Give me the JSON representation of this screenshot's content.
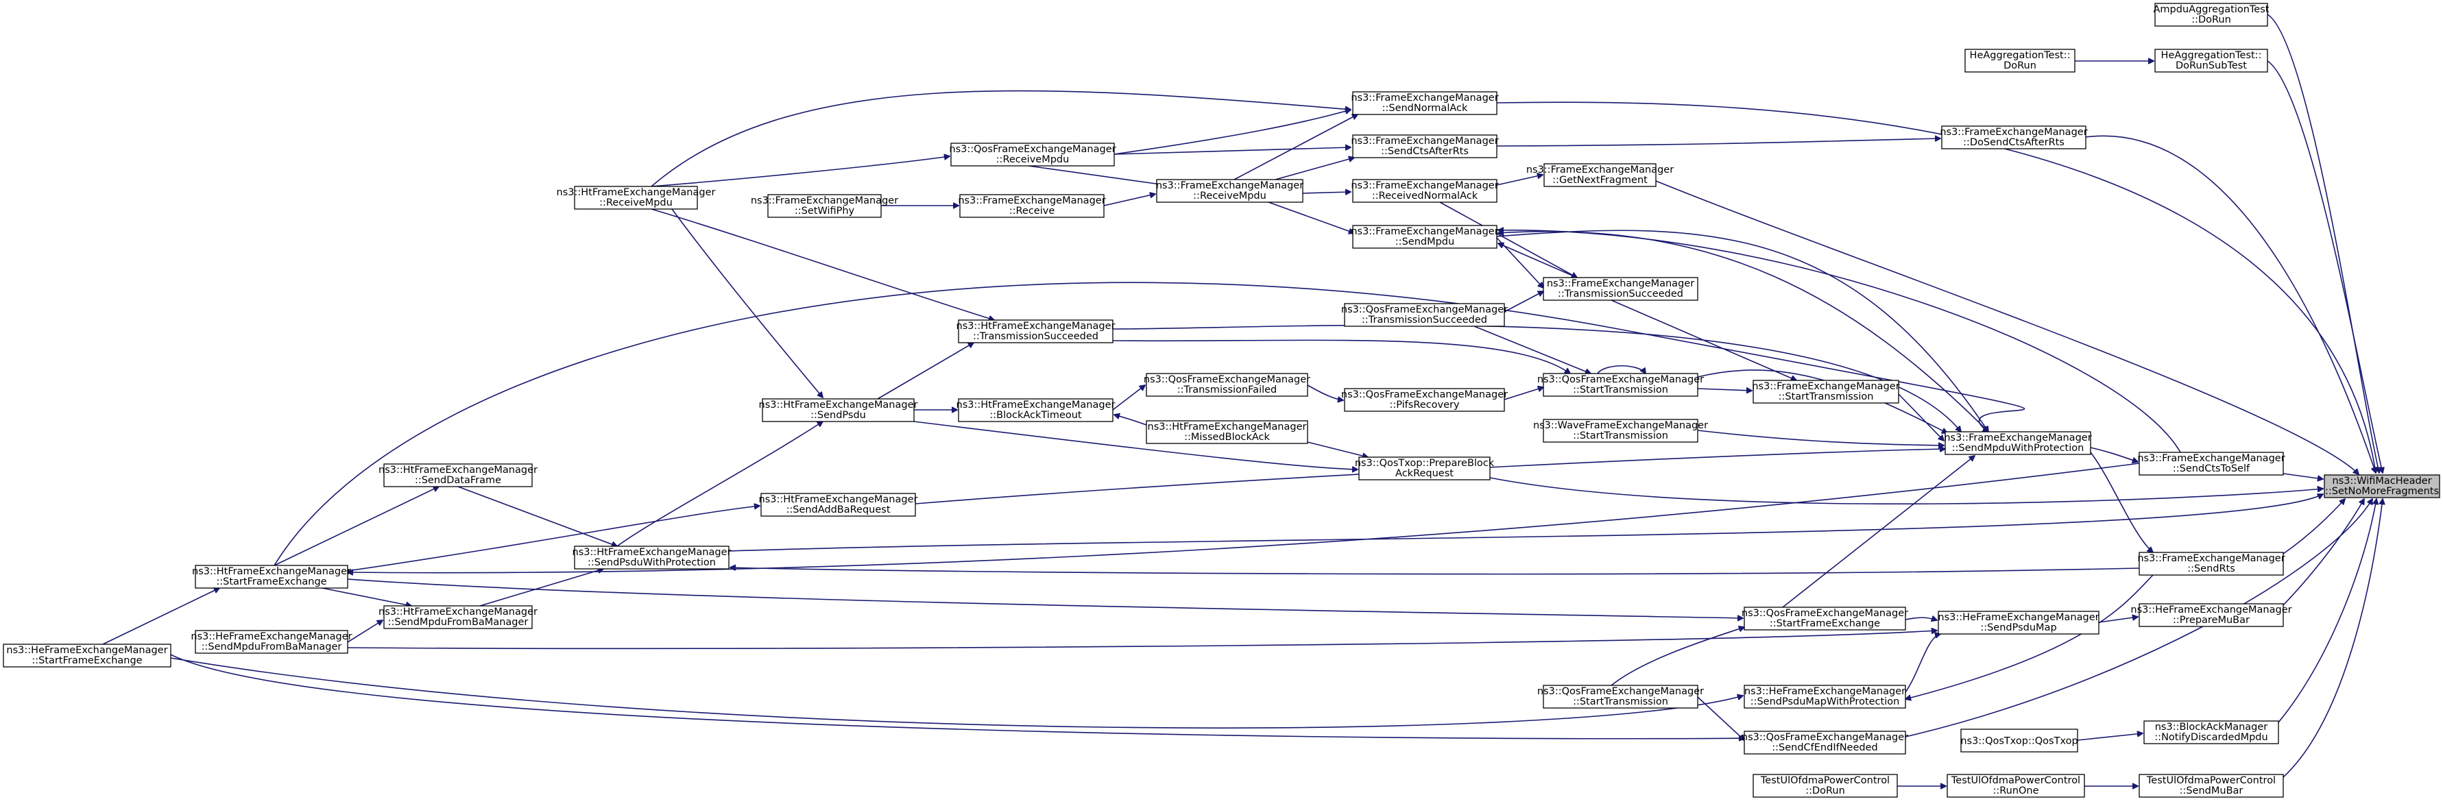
{
  "nodes": [
    {
      "id": "n0",
      "lines": [
        "ns3::WifiMacHeader",
        "::SetNoMoreFragments"
      ],
      "target": true
    },
    {
      "id": "n1",
      "lines": [
        "AmpduAggregationTest",
        "::DoRun"
      ]
    },
    {
      "id": "n2",
      "lines": [
        "HeAggregationTest::",
        "DoRun"
      ]
    },
    {
      "id": "n3",
      "lines": [
        "HeAggregationTest::",
        "DoRunSubTest"
      ]
    },
    {
      "id": "n4",
      "lines": [
        "ns3::FrameExchangeManager",
        "::SendNormalAck"
      ]
    },
    {
      "id": "n5",
      "lines": [
        "ns3::FrameExchangeManager",
        "::DoSendCtsAfterRts"
      ]
    },
    {
      "id": "n6",
      "lines": [
        "ns3::FrameExchangeManager",
        "::SendCtsAfterRts"
      ]
    },
    {
      "id": "n7",
      "lines": [
        "ns3::QosFrameExchangeManager",
        "::ReceiveMpdu"
      ]
    },
    {
      "id": "n8",
      "lines": [
        "ns3::FrameExchangeManager",
        "::GetNextFragment"
      ]
    },
    {
      "id": "n9",
      "lines": [
        "ns3::FrameExchangeManager",
        "::ReceivedNormalAck"
      ]
    },
    {
      "id": "n10",
      "lines": [
        "ns3::HtFrameExchangeManager",
        "::ReceiveMpdu"
      ]
    },
    {
      "id": "n11",
      "lines": [
        "ns3::FrameExchangeManager",
        "::SetWifiPhy"
      ]
    },
    {
      "id": "n12",
      "lines": [
        "ns3::FrameExchangeManager",
        "::Receive"
      ]
    },
    {
      "id": "n13",
      "lines": [
        "ns3::FrameExchangeManager",
        "::ReceiveMpdu"
      ]
    },
    {
      "id": "n14",
      "lines": [
        "ns3::FrameExchangeManager",
        "::SendMpdu"
      ]
    },
    {
      "id": "n15",
      "lines": [
        "ns3::FrameExchangeManager",
        "::TransmissionSucceeded"
      ]
    },
    {
      "id": "n16",
      "lines": [
        "ns3::QosFrameExchangeManager",
        "::TransmissionSucceeded"
      ]
    },
    {
      "id": "n17",
      "lines": [
        "ns3::HtFrameExchangeManager",
        "::TransmissionSucceeded"
      ]
    },
    {
      "id": "n18",
      "lines": [
        "ns3::QosFrameExchangeManager",
        "::StartTransmission"
      ]
    },
    {
      "id": "n19",
      "lines": [
        "ns3::FrameExchangeManager",
        "::StartTransmission"
      ]
    },
    {
      "id": "n20",
      "lines": [
        "ns3::QosFrameExchangeManager",
        "::TransmissionFailed"
      ]
    },
    {
      "id": "n21",
      "lines": [
        "ns3::QosFrameExchangeManager",
        "::PifsRecovery"
      ]
    },
    {
      "id": "n22",
      "lines": [
        "ns3::HtFrameExchangeManager",
        "::SendPsdu"
      ]
    },
    {
      "id": "n23",
      "lines": [
        "ns3::HtFrameExchangeManager",
        "::BlockAckTimeout"
      ]
    },
    {
      "id": "n24",
      "lines": [
        "ns3::HtFrameExchangeManager",
        "::MissedBlockAck"
      ]
    },
    {
      "id": "n25",
      "lines": [
        "ns3::WaveFrameExchangeManager",
        "::StartTransmission"
      ]
    },
    {
      "id": "n26",
      "lines": [
        "ns3::FrameExchangeManager",
        "::SendMpduWithProtection"
      ]
    },
    {
      "id": "n27",
      "lines": [
        "ns3::FrameExchangeManager",
        "::SendCtsToSelf"
      ]
    },
    {
      "id": "n28",
      "lines": [
        "ns3::QosTxop::PrepareBlock",
        "AckRequest"
      ]
    },
    {
      "id": "n29",
      "lines": [
        "ns3::HtFrameExchangeManager",
        "::SendDataFrame"
      ]
    },
    {
      "id": "n30",
      "lines": [
        "ns3::HtFrameExchangeManager",
        "::SendAddBaRequest"
      ]
    },
    {
      "id": "n31",
      "lines": [
        "ns3::HtFrameExchangeManager",
        "::SendPsduWithProtection"
      ]
    },
    {
      "id": "n32",
      "lines": [
        "ns3::HtFrameExchangeManager",
        "::StartFrameExchange"
      ]
    },
    {
      "id": "n33",
      "lines": [
        "ns3::FrameExchangeManager",
        "::SendRts"
      ]
    },
    {
      "id": "n34",
      "lines": [
        "ns3::HtFrameExchangeManager",
        "::SendMpduFromBaManager"
      ]
    },
    {
      "id": "n35",
      "lines": [
        "ns3::QosFrameExchangeManager",
        "::StartFrameExchange"
      ]
    },
    {
      "id": "n36",
      "lines": [
        "ns3::HeFrameExchangeManager",
        "::SendPsduMap"
      ]
    },
    {
      "id": "n37",
      "lines": [
        "ns3::HeFrameExchangeManager",
        "::PrepareMuBar"
      ]
    },
    {
      "id": "n38",
      "lines": [
        "ns3::HeFrameExchangeManager",
        "::SendMpduFromBaManager"
      ]
    },
    {
      "id": "n39",
      "lines": [
        "ns3::HeFrameExchangeManager",
        "::StartFrameExchange"
      ]
    },
    {
      "id": "n40",
      "lines": [
        "ns3::QosFrameExchangeManager",
        "::StartTransmission"
      ]
    },
    {
      "id": "n41",
      "lines": [
        "ns3::HeFrameExchangeManager",
        "::SendPsduMapWithProtection"
      ]
    },
    {
      "id": "n42",
      "lines": [
        "ns3::QosFrameExchangeManager",
        "::SendCfEndIfNeeded"
      ]
    },
    {
      "id": "n43",
      "lines": [
        "ns3::QosTxop::QosTxop"
      ]
    },
    {
      "id": "n44",
      "lines": [
        "ns3::BlockAckManager",
        "::NotifyDiscardedMpdu"
      ]
    },
    {
      "id": "n45",
      "lines": [
        "TestUlOfdmaPowerControl",
        "::DoRun"
      ]
    },
    {
      "id": "n46",
      "lines": [
        "TestUlOfdmaPowerControl",
        "::RunOne"
      ]
    },
    {
      "id": "n47",
      "lines": [
        "TestUlOfdmaPowerControl",
        "::SendMuBar"
      ]
    }
  ]
}
